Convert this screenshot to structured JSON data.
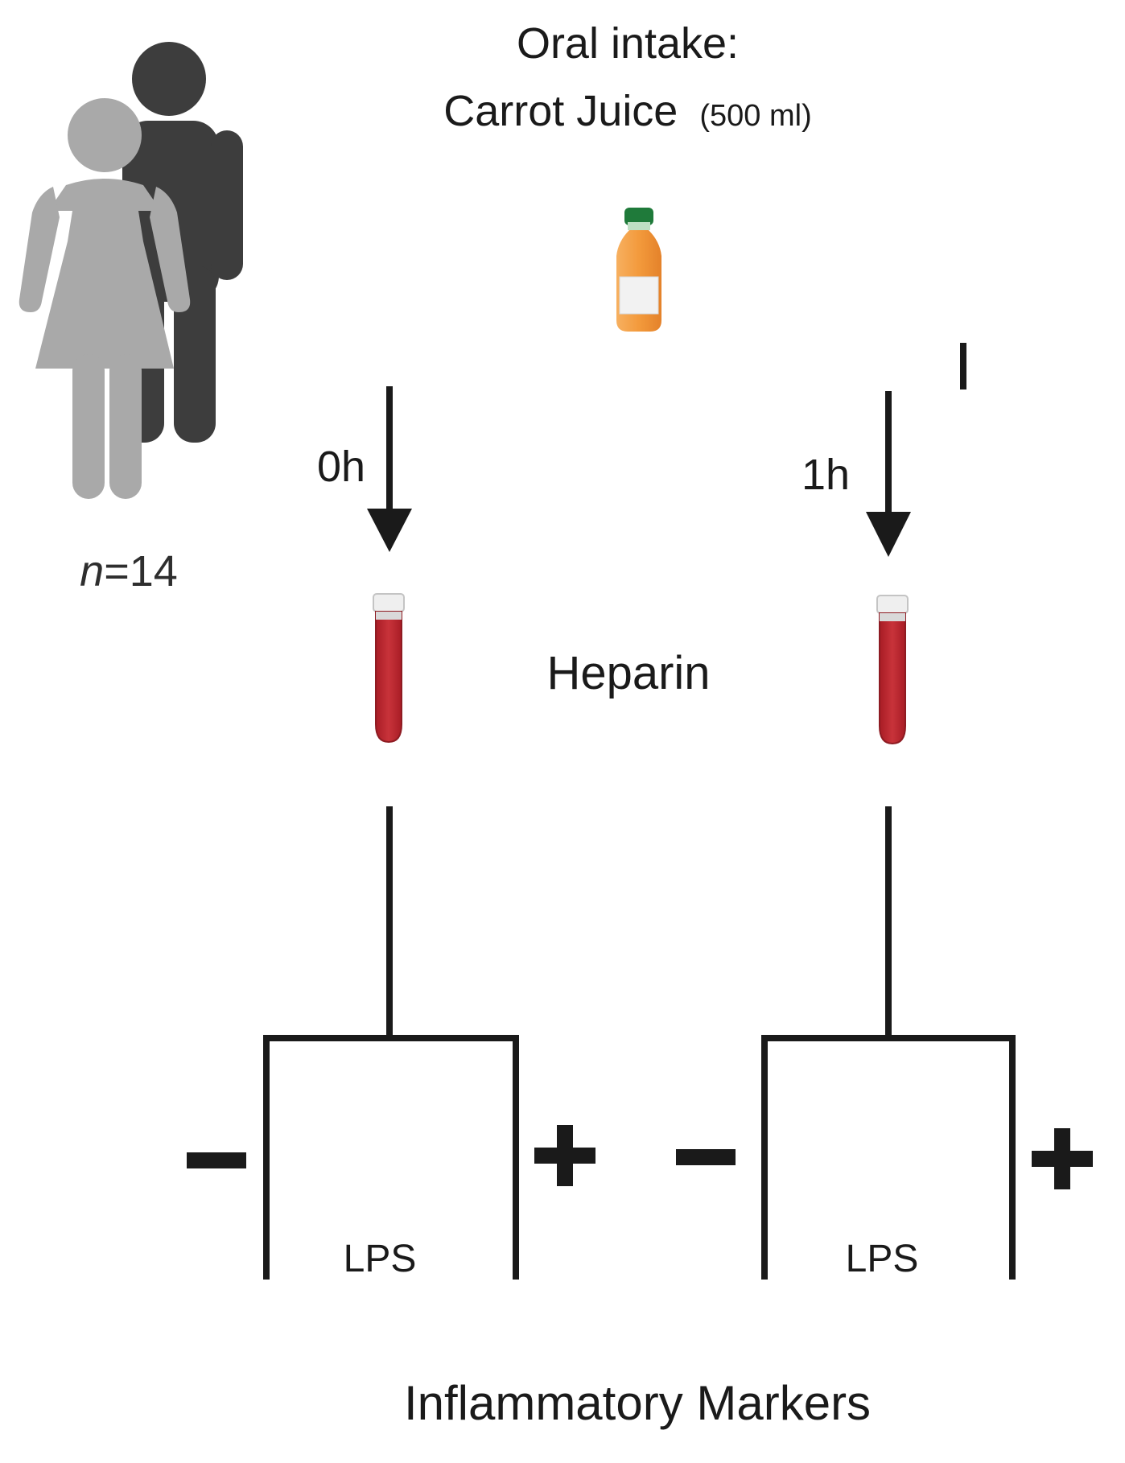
{
  "title": {
    "line1": "Oral intake:",
    "line2_main": "Carrot Juice",
    "line2_amount": "(500 ml)"
  },
  "participants": {
    "n_symbol": "n",
    "n_rest": "=14"
  },
  "timepoints": [
    {
      "label": "0h"
    },
    {
      "label": "1h"
    }
  ],
  "anticoagulant": "Heparin",
  "treatment": {
    "name": "LPS",
    "minus": "−",
    "plus": "+"
  },
  "outcome": "Inflammatory Markers",
  "icons": {
    "people": "people-icon",
    "bottle": "juice-bottle-icon",
    "tube": "blood-tube-icon"
  },
  "colors": {
    "man": "#3d3d3d",
    "woman": "#a9a9a9",
    "juice": "#f39a3c",
    "cap": "#1f7a3a",
    "blood": "#b8232b",
    "line": "#1a1a1a"
  }
}
